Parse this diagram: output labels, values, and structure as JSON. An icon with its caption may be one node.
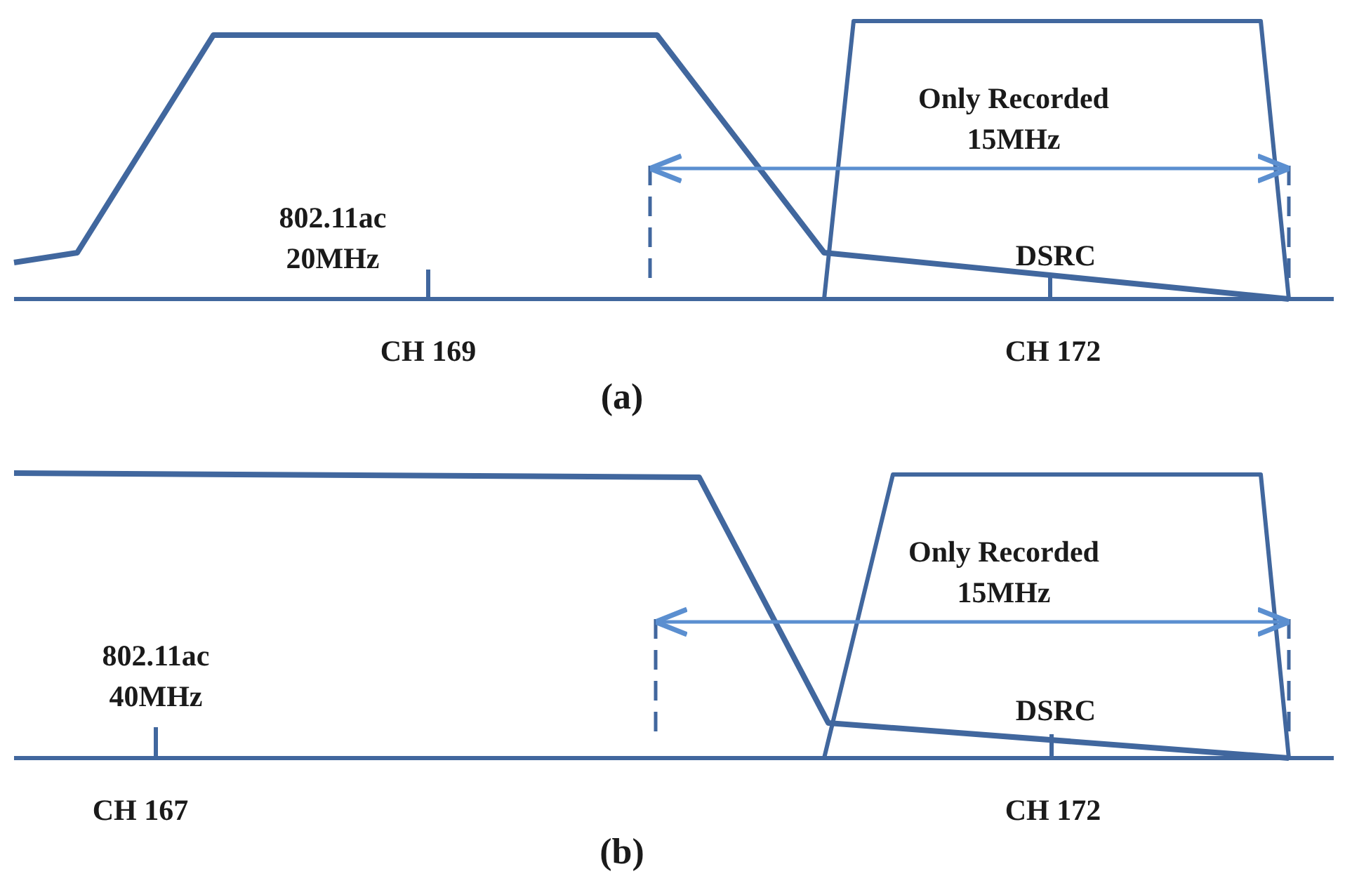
{
  "diagram": {
    "labels": [
      "Only Recorded 15MHz",
      "802.11ac 20MHz",
      "DSRC",
      "CH 169",
      "CH 172",
      "(a)",
      "Only Recorded 15MHz",
      "802.11ac 40MHz",
      "DSRC",
      "CH 167",
      "CH 172",
      "(b)"
    ]
  }
}
